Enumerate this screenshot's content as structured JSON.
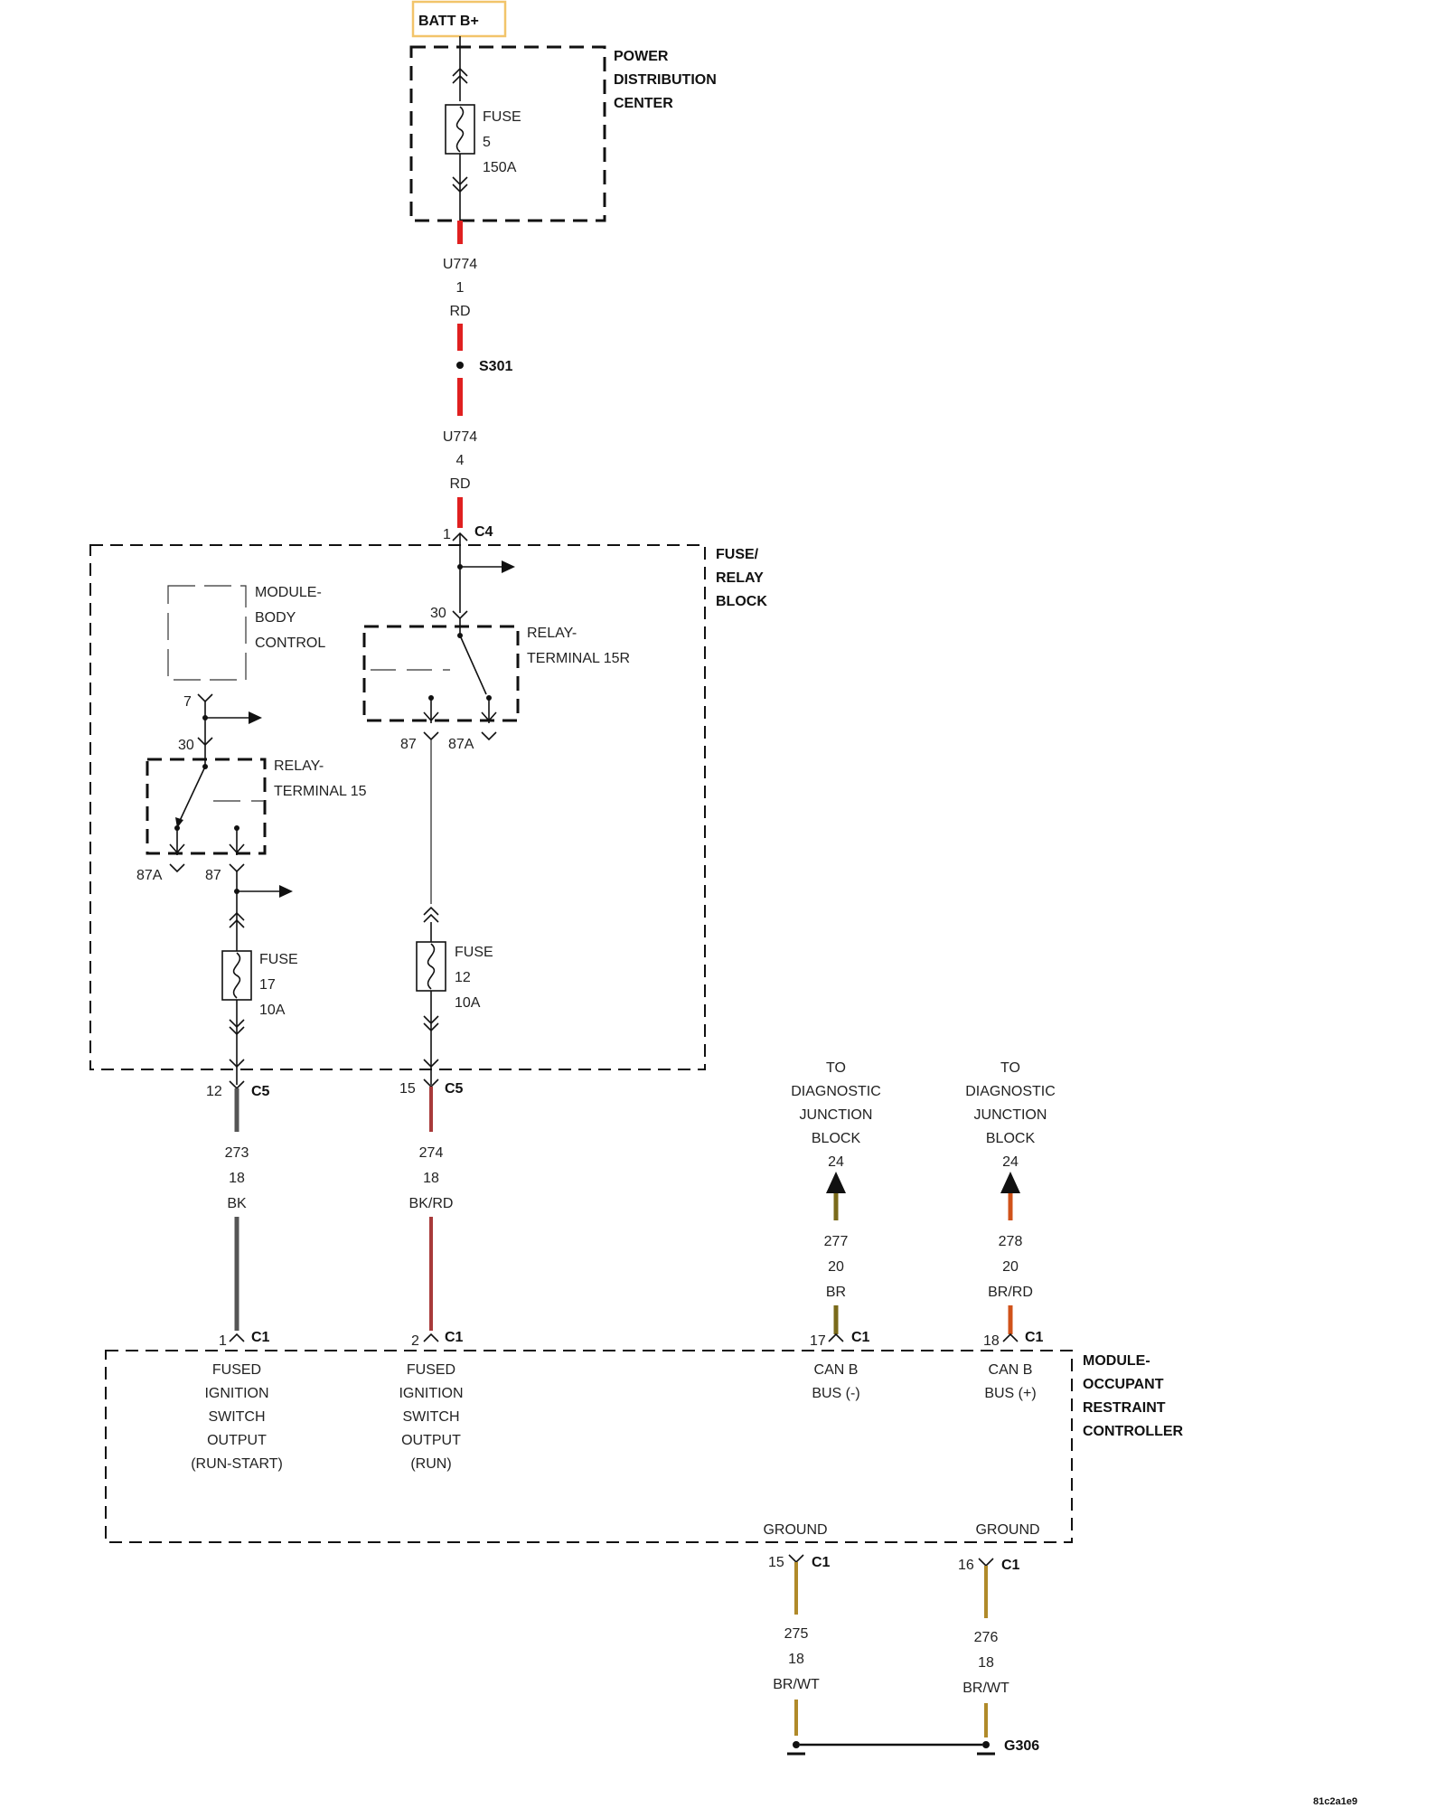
{
  "colors": {
    "red": "#e02020",
    "black_wire": "#555555",
    "bk_rd": "#a83a3a",
    "brown": "#7a6a1a",
    "br_rd": "#d0521a",
    "br_wt": "#b08a2a",
    "batt_border": "#f2c46a"
  },
  "batt": "BATT B+",
  "pdc": {
    "line1": "POWER",
    "line2": "DISTRIBUTION",
    "line3": "CENTER"
  },
  "fuse5": {
    "line1": "FUSE",
    "line2": "5",
    "line3": "150A"
  },
  "wire_u774_1": {
    "circuit": "U774",
    "gauge": "1",
    "color": "RD"
  },
  "splice": "S301",
  "wire_u774_4": {
    "circuit": "U774",
    "gauge": "4",
    "color": "RD"
  },
  "c4": {
    "pin": "1",
    "label": "C4"
  },
  "frb": {
    "line1": "FUSE/",
    "line2": "RELAY",
    "line3": "BLOCK"
  },
  "bcm": {
    "line1": "MODULE-",
    "line2": "BODY",
    "line3": "CONTROL"
  },
  "relay15r": {
    "line1": "RELAY-",
    "line2": "TERMINAL 15R",
    "pin30": "30",
    "pin87": "87",
    "pin87a": "87A"
  },
  "relay15": {
    "line1": "RELAY-",
    "line2": "TERMINAL 15",
    "pin30": "30",
    "pin87": "87",
    "pin87a": "87A"
  },
  "bcm_pin": "7",
  "fuse17": {
    "line1": "FUSE",
    "line2": "17",
    "line3": "10A"
  },
  "fuse12": {
    "line1": "FUSE",
    "line2": "12",
    "line3": "10A"
  },
  "c5_a": {
    "pin": "12",
    "label": "C5"
  },
  "c5_b": {
    "pin": "15",
    "label": "C5"
  },
  "wire_273": {
    "circuit": "273",
    "gauge": "18",
    "color": "BK"
  },
  "wire_274": {
    "circuit": "274",
    "gauge": "18",
    "color": "BK/RD"
  },
  "djb_a": {
    "line1": "TO",
    "line2": "DIAGNOSTIC",
    "line3": "JUNCTION",
    "line4": "BLOCK",
    "pin": "24"
  },
  "djb_b": {
    "line1": "TO",
    "line2": "DIAGNOSTIC",
    "line3": "JUNCTION",
    "line4": "BLOCK",
    "pin": "24"
  },
  "wire_277": {
    "circuit": "277",
    "gauge": "20",
    "color": "BR"
  },
  "wire_278": {
    "circuit": "278",
    "gauge": "20",
    "color": "BR/RD"
  },
  "orc_c1_1": {
    "pin": "1",
    "label": "C1"
  },
  "orc_c1_2": {
    "pin": "2",
    "label": "C1"
  },
  "orc_c1_17": {
    "pin": "17",
    "label": "C1"
  },
  "orc_c1_18": {
    "pin": "18",
    "label": "C1"
  },
  "orc": {
    "line1": "MODULE-",
    "line2": "OCCUPANT",
    "line3": "RESTRAINT",
    "line4": "CONTROLLER"
  },
  "pin1_func": {
    "line1": "FUSED",
    "line2": "IGNITION",
    "line3": "SWITCH",
    "line4": "OUTPUT",
    "line5": "(RUN-START)"
  },
  "pin2_func": {
    "line1": "FUSED",
    "line2": "IGNITION",
    "line3": "SWITCH",
    "line4": "OUTPUT",
    "line5": "(RUN)"
  },
  "pin17_func": {
    "line1": "CAN B",
    "line2": "BUS (-)"
  },
  "pin18_func": {
    "line1": "CAN B",
    "line2": "BUS (+)"
  },
  "ground_a": {
    "label": "GROUND",
    "pin": "15",
    "conn": "C1"
  },
  "ground_b": {
    "label": "GROUND",
    "pin": "16",
    "conn": "C1"
  },
  "wire_275": {
    "circuit": "275",
    "gauge": "18",
    "color": "BR/WT"
  },
  "wire_276": {
    "circuit": "276",
    "gauge": "18",
    "color": "BR/WT"
  },
  "ground_point": "G306",
  "diagram_id": "81c2a1e9"
}
